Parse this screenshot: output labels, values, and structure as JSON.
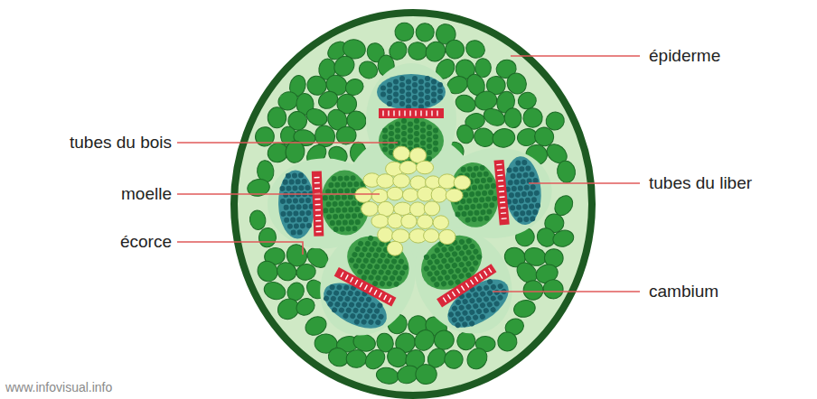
{
  "diagram": {
    "labels": [
      "épiderme",
      "tubes du bois",
      "tubes du liber",
      "moelle",
      "écorce",
      "cambium",
      "www.infovisual.info"
    ]
  }
}
